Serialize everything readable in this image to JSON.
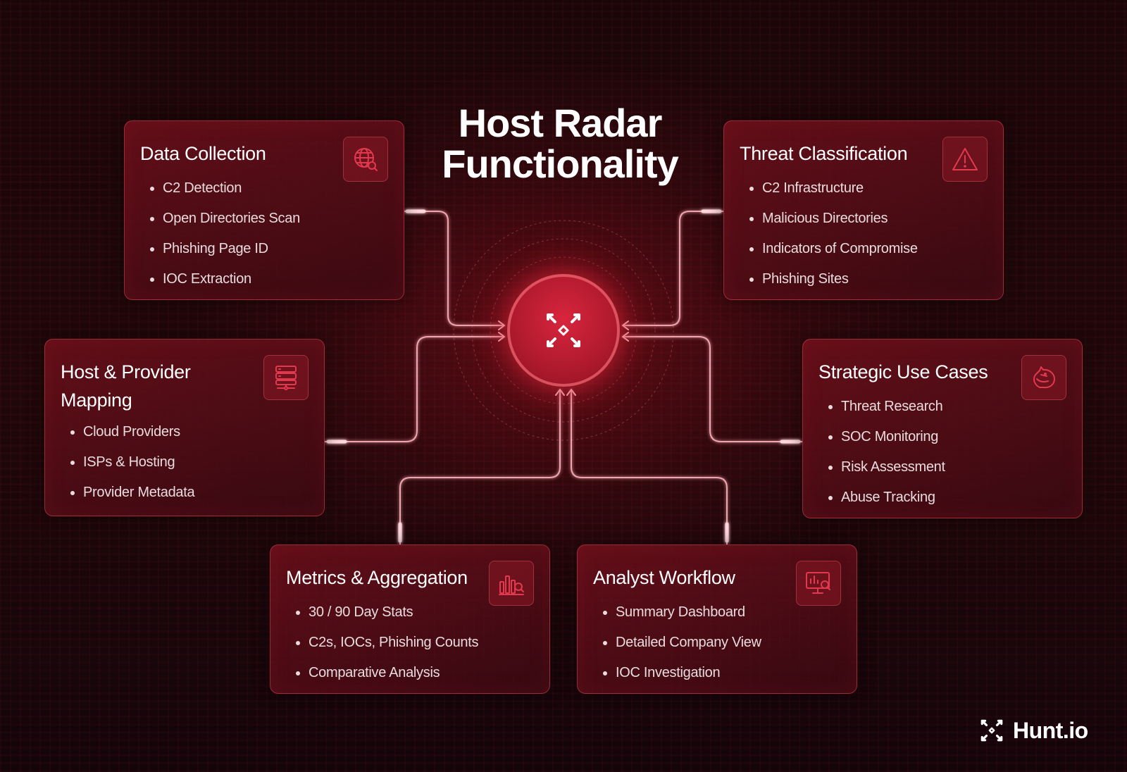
{
  "title": {
    "line1": "Host Radar",
    "line2": "Functionality"
  },
  "cards": {
    "data_collection": {
      "title": "Data Collection",
      "icon": "globe-search-icon",
      "items": [
        "C2 Detection",
        "Open Directories Scan",
        "Phishing Page ID",
        "IOC Extraction"
      ]
    },
    "threat_classification": {
      "title": "Threat Classification",
      "icon": "warning-triangle-icon",
      "items": [
        "C2 Infrastructure",
        "Malicious Directories",
        "Indicators of Compromise",
        "Phishing Sites"
      ]
    },
    "host_provider_mapping": {
      "title": "Host & Provider Mapping",
      "icon": "server-icon",
      "items": [
        "Cloud Providers",
        "ISPs & Hosting",
        "Provider Metadata"
      ]
    },
    "strategic_use_cases": {
      "title": "Strategic Use Cases",
      "icon": "horse-head-icon",
      "items": [
        "Threat Research",
        "SOC Monitoring",
        "Risk Assessment",
        "Abuse Tracking"
      ]
    },
    "metrics_aggregation": {
      "title": "Metrics & Aggregation",
      "icon": "bar-chart-search-icon",
      "items": [
        "30 / 90 Day Stats",
        "C2s, IOCs, Phishing Counts",
        "Comparative Analysis"
      ]
    },
    "analyst_workflow": {
      "title": "Analyst Workflow",
      "icon": "monitor-analytics-icon",
      "items": [
        "Summary Dashboard",
        "Detailed Company View",
        "IOC Investigation"
      ]
    }
  },
  "hub": {
    "icon": "hunt-logo-icon"
  },
  "brand": {
    "name": "Hunt.io",
    "icon": "hunt-logo-icon"
  },
  "colors": {
    "accent": "#d8253d",
    "card_border": "#dc4655",
    "connector": "#f1a5ae",
    "background": "#1a0609"
  }
}
